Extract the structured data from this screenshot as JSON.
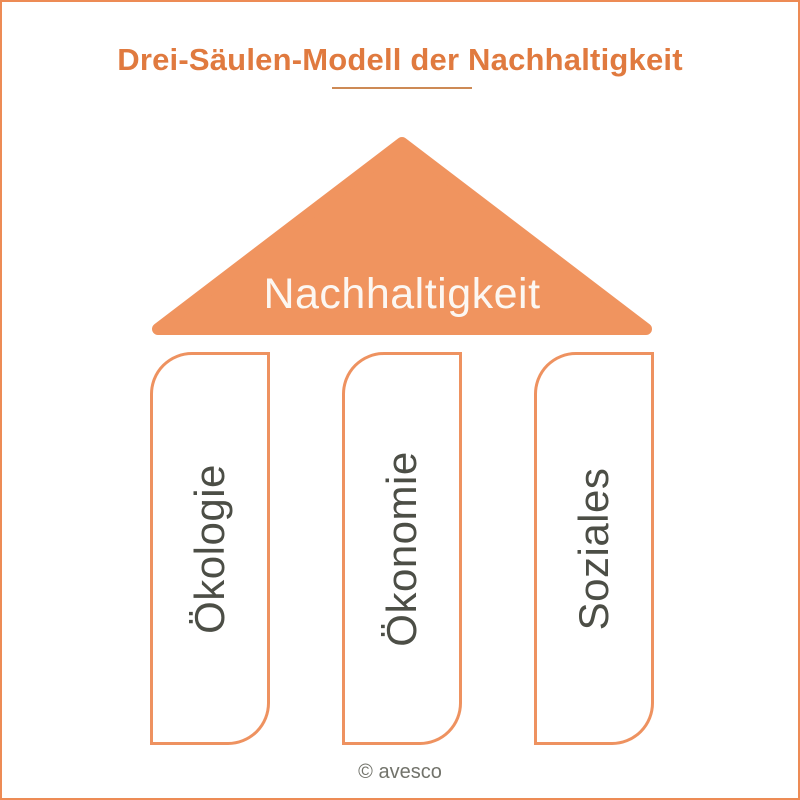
{
  "page": {
    "title": "Drei-Säulen-Modell der Nachhaltigkeit",
    "footer_credit": "© avesco"
  },
  "diagram": {
    "type": "three-pillar-model",
    "roof_label": "Nachhaltigkeit",
    "pillars": [
      {
        "label": "Ökologie"
      },
      {
        "label": "Ökonomie"
      },
      {
        "label": "Soziales"
      }
    ]
  },
  "colors": {
    "accent_title_orange": "#E07A3F",
    "underline_orange": "#CD8A55",
    "triangle_fill_orange": "#F0945F",
    "pillar_border_orange": "#EE9260",
    "pillar_text_gray": "#4C4E46",
    "roof_text_white": "#FCF7F2",
    "page_border_orange": "#ED8B55",
    "footer_text_gray": "#72736B"
  }
}
